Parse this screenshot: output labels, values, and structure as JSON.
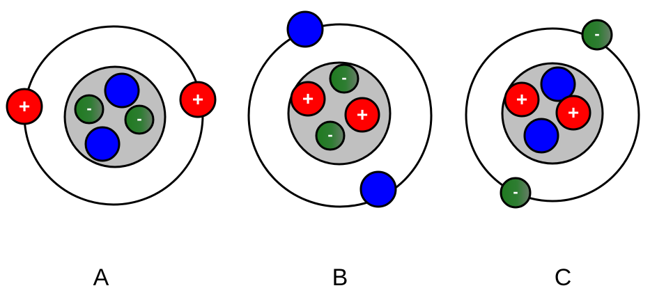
{
  "diagram": {
    "title": "",
    "legend_colors": {
      "positive": "#ff0000",
      "negative": "#2e7d2e",
      "neutral": "#0000ff",
      "nucleus": "#c0c0c0",
      "outline": "#000000"
    },
    "atoms": [
      {
        "label": "A",
        "nucleus": [
          {
            "type": "neutral",
            "sign": ""
          },
          {
            "type": "negative",
            "sign": "-"
          },
          {
            "type": "negative",
            "sign": "-"
          },
          {
            "type": "neutral",
            "sign": ""
          }
        ],
        "orbit": [
          {
            "type": "positive",
            "sign": "+"
          },
          {
            "type": "positive",
            "sign": "+"
          }
        ]
      },
      {
        "label": "B",
        "nucleus": [
          {
            "type": "negative",
            "sign": "-"
          },
          {
            "type": "positive",
            "sign": "+"
          },
          {
            "type": "positive",
            "sign": "+"
          },
          {
            "type": "negative",
            "sign": "-"
          }
        ],
        "orbit": [
          {
            "type": "neutral",
            "sign": ""
          },
          {
            "type": "neutral",
            "sign": ""
          }
        ]
      },
      {
        "label": "C",
        "nucleus": [
          {
            "type": "neutral",
            "sign": ""
          },
          {
            "type": "positive",
            "sign": "+"
          },
          {
            "type": "positive",
            "sign": "+"
          },
          {
            "type": "neutral",
            "sign": ""
          }
        ],
        "orbit": [
          {
            "type": "negative",
            "sign": "-"
          },
          {
            "type": "negative",
            "sign": "-"
          }
        ]
      }
    ]
  }
}
